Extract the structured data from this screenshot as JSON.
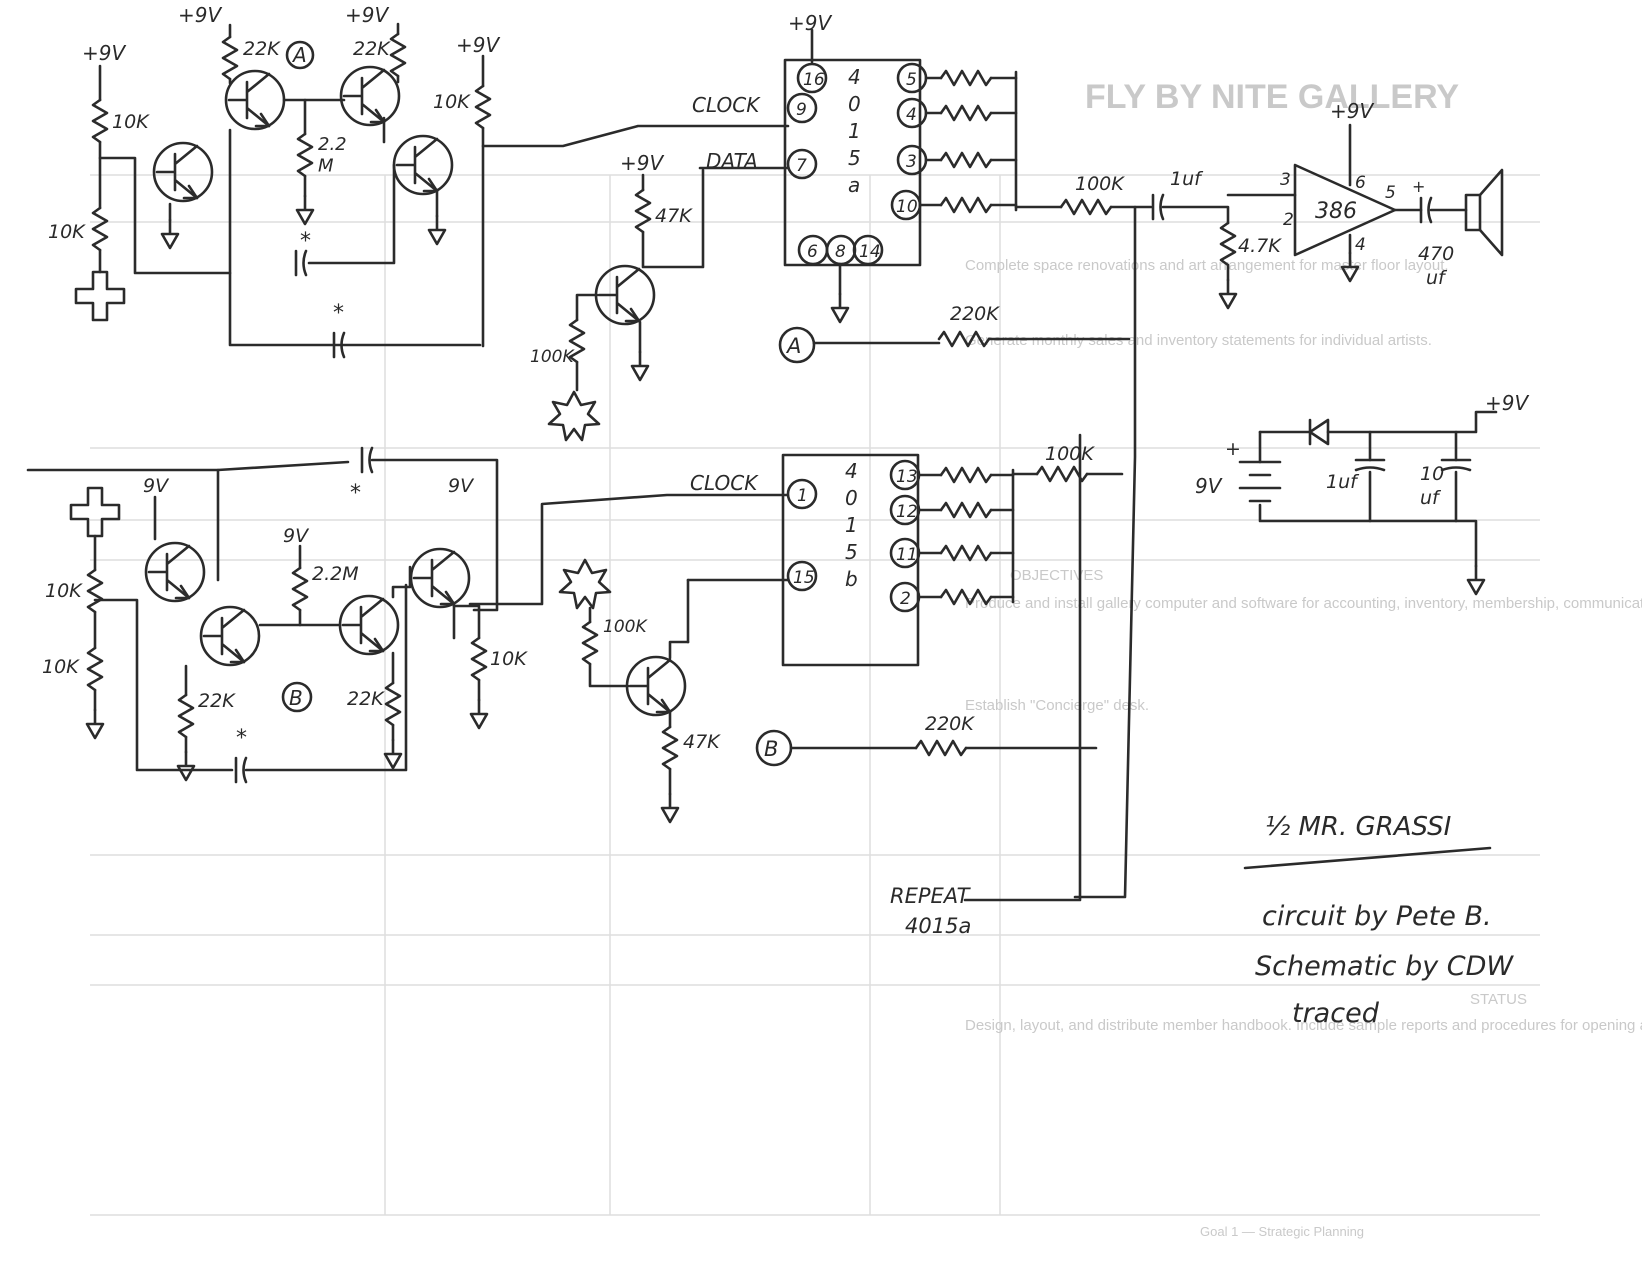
{
  "labels": {
    "v9": "+9V",
    "nine": "9V",
    "r10k": "10K",
    "r22k": "22K",
    "r22m_top": "2.2\nM",
    "r22m": "2.2M",
    "r47k": "47K",
    "r100k": "100K",
    "r220k": "220K",
    "r47k_out": "4.7K",
    "node_a": "A",
    "node_b": "B",
    "clock": "CLOCK",
    "data": "DATA",
    "chip_a": "4\n0\n1\n5\na",
    "chip_b": "4\n0\n1\n5\nb",
    "amp": "386",
    "cap_1uf": "1uf",
    "cap_470": "470\nuf",
    "cap_10uf": "10\nuf",
    "batt": "9V",
    "repeat": "REPEAT\n4015a",
    "credit1": "½ MR. GRASSI",
    "credit2": "circuit by Pete B.",
    "credit3": "Schematic by CDW",
    "credit4": "traced"
  },
  "pins": {
    "a": [
      "16",
      "9",
      "7",
      "5",
      "4",
      "3",
      "10",
      "6",
      "8",
      "14"
    ],
    "b": [
      "1",
      "15",
      "13",
      "12",
      "11",
      "2"
    ],
    "amp": [
      "3",
      "2",
      "6",
      "4",
      "5"
    ]
  },
  "ghost_text": {
    "title": "FLY BY NITE GALLERY",
    "r1": "Complete space renovations and art arrangement for master floor layout.",
    "r2": "Generate monthly sales and inventory statements for individual artists.",
    "r3": "Produce and install gallery computer and software for accounting, inventory, membership, communications, and marketing functions.",
    "r4": "Establish \"Concierge\" desk.",
    "r5": "Design, layout, and distribute member handbook. Include sample reports and procedures for opening and closing the gallery.",
    "h1": "OBJECTIVES",
    "h2": "STATUS",
    "footer": "Goal 1 — Strategic Planning"
  }
}
